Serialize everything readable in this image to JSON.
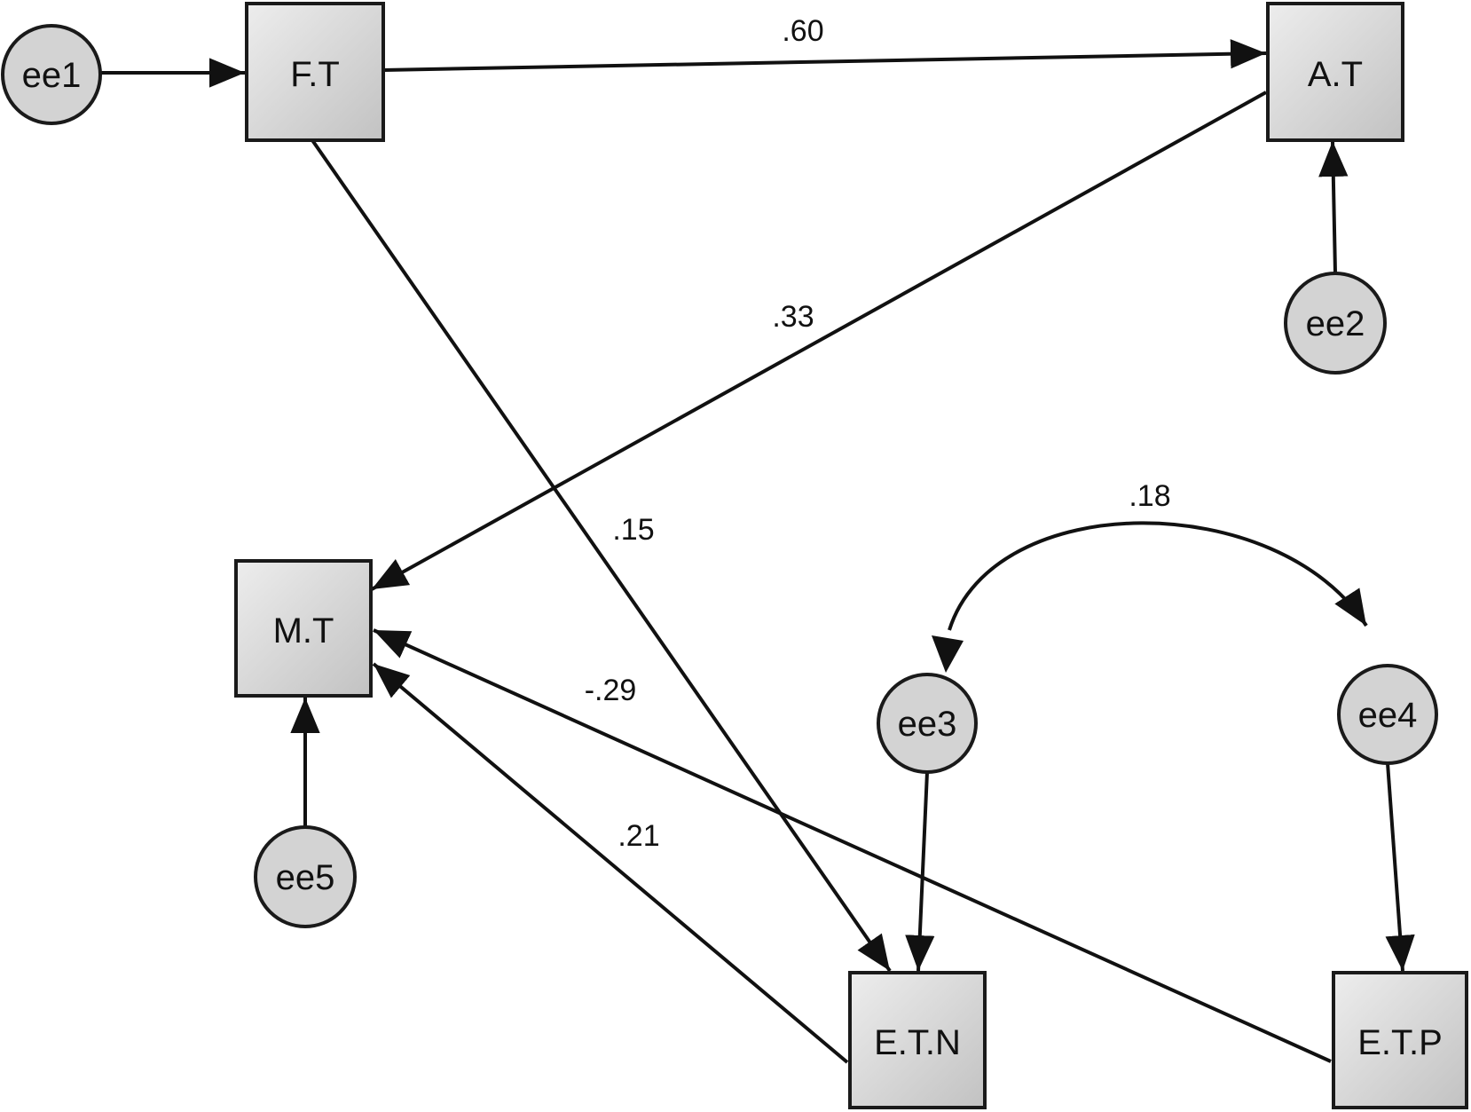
{
  "nodes": {
    "ft": {
      "label": "F.T"
    },
    "at": {
      "label": "A.T"
    },
    "mt": {
      "label": "M.T"
    },
    "etn": {
      "label": "E.T.N"
    },
    "etp": {
      "label": "E.T.P"
    },
    "ee1": {
      "label": "ee1"
    },
    "ee2": {
      "label": "ee2"
    },
    "ee3": {
      "label": "ee3"
    },
    "ee4": {
      "label": "ee4"
    },
    "ee5": {
      "label": "ee5"
    }
  },
  "coefficients": {
    "ft_at": ".60",
    "at_mt": ".33",
    "ft_etn": ".15",
    "ee3_ee4": ".18",
    "etp_mt": "-.29",
    "etn_mt": ".21"
  },
  "colors": {
    "box_fill_light": "#ececec",
    "box_fill_dark": "#c4c4c4",
    "circle_fill": "#d3d3d3",
    "stroke": "#111111"
  }
}
